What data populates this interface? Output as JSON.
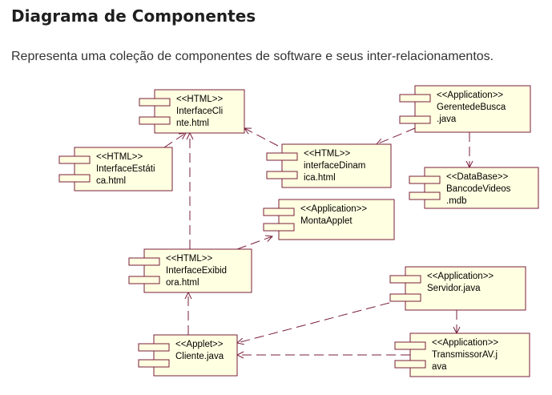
{
  "header": {
    "title": "Diagrama de Componentes",
    "subtitle": "Representa uma coleção de componentes de software e seus inter-relacionamentos."
  },
  "colors": {
    "component_fill": "#ffffe1",
    "component_stroke": "#7a1f3a",
    "connector": "#7a1f3a",
    "title_text": "#1f1f1f",
    "subtitle_text": "#333333"
  },
  "components": [
    {
      "id": "interface-cliente",
      "lines": [
        "<<HTML>>",
        "InterfaceCli",
        "nte.html"
      ]
    },
    {
      "id": "gerente-de-busca",
      "lines": [
        "<<Application>>",
        "GerentedeBusca",
        ".java"
      ]
    },
    {
      "id": "interface-estatica",
      "lines": [
        "<<HTML>>",
        "InterfaceEstáti",
        "ca.html"
      ]
    },
    {
      "id": "interface-dinamica",
      "lines": [
        "<<HTML>>",
        "interfaceDinam",
        "ica.html"
      ]
    },
    {
      "id": "banco-de-videos",
      "lines": [
        "<<DataBase>>",
        "BancodeVideos",
        ".mdb"
      ]
    },
    {
      "id": "monta-applet",
      "lines": [
        "<<Application>>",
        "MontaApplet"
      ]
    },
    {
      "id": "interface-exibidora",
      "lines": [
        "<<HTML>>",
        "InterfaceExibid",
        "ora.html"
      ]
    },
    {
      "id": "servidor",
      "lines": [
        "<<Application>>",
        "Servidor.java"
      ]
    },
    {
      "id": "cliente",
      "lines": [
        "<<Applet>>",
        "Cliente.java"
      ]
    },
    {
      "id": "transmissor-av",
      "lines": [
        "<<Application>>",
        "TransmissorAV.j",
        "ava"
      ]
    }
  ],
  "dependencies": [
    {
      "from": "interface-dinamica",
      "to": "interface-cliente"
    },
    {
      "from": "interface-estatica",
      "to": "interface-cliente"
    },
    {
      "from": "interface-exibidora",
      "to": "interface-cliente"
    },
    {
      "from": "gerente-de-busca",
      "to": "interface-dinamica"
    },
    {
      "from": "gerente-de-busca",
      "to": "banco-de-videos"
    },
    {
      "from": "interface-exibidora",
      "to": "monta-applet"
    },
    {
      "from": "cliente",
      "to": "interface-exibidora"
    },
    {
      "from": "servidor",
      "to": "cliente"
    },
    {
      "from": "servidor",
      "to": "transmissor-av"
    },
    {
      "from": "transmissor-av",
      "to": "cliente"
    }
  ]
}
